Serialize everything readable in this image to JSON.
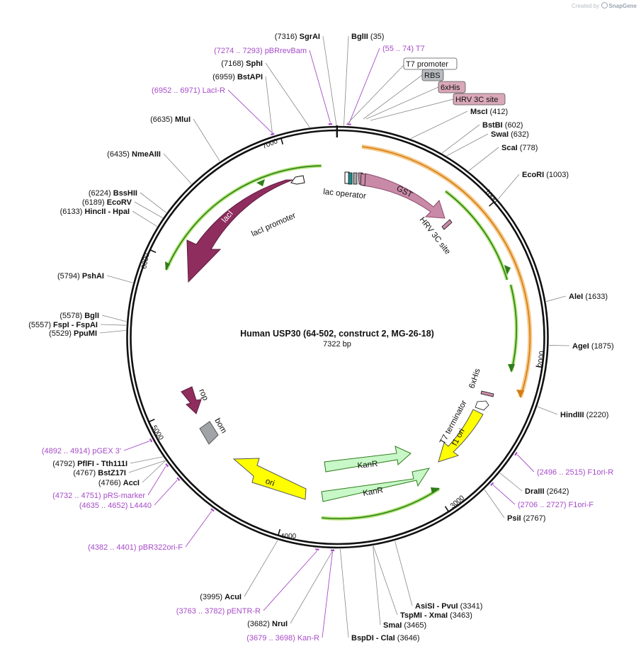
{
  "credit": {
    "prefix": "Created by",
    "brand": "SnapGene"
  },
  "plasmid": {
    "name": "Human USP30 (64-502, construct 2, MG-26-18)",
    "size_label": "7322 bp",
    "length": 7322
  },
  "ticks": [
    {
      "pos": 1000,
      "label": "1000"
    },
    {
      "pos": 2000,
      "label": "2000"
    },
    {
      "pos": 3000,
      "label": "3000"
    },
    {
      "pos": 4000,
      "label": "4000"
    },
    {
      "pos": 5000,
      "label": "5000"
    },
    {
      "pos": 6000,
      "label": "6000"
    },
    {
      "pos": 7000,
      "label": "7000"
    }
  ],
  "sites": [
    {
      "name": "SgrAI",
      "pos_label": "7316",
      "pos": 7316,
      "side": "L"
    },
    {
      "name": "BglII",
      "pos_label": "35",
      "pos": 35,
      "side": "R"
    },
    {
      "name": "SphI",
      "pos_label": "7168",
      "pos": 7168,
      "side": "L"
    },
    {
      "name": "BstAPI",
      "pos_label": "6959",
      "pos": 6959,
      "side": "L"
    },
    {
      "name": "MscI",
      "pos_label": "412",
      "pos": 412,
      "side": "R"
    },
    {
      "name": "BstBI",
      "pos_label": "602",
      "pos": 602,
      "side": "R"
    },
    {
      "name": "SwaI",
      "pos_label": "632",
      "pos": 632,
      "side": "R"
    },
    {
      "name": "MluI",
      "pos_label": "6635",
      "pos": 6635,
      "side": "L"
    },
    {
      "name": "ScaI",
      "pos_label": "778",
      "pos": 778,
      "side": "R"
    },
    {
      "name": "NmeAIII",
      "pos_label": "6435",
      "pos": 6435,
      "side": "L"
    },
    {
      "name": "EcoRI",
      "pos_label": "1003",
      "pos": 1003,
      "side": "R"
    },
    {
      "name": "BssHII",
      "pos_label": "6224",
      "pos": 6224,
      "side": "L"
    },
    {
      "name": "EcoRV",
      "pos_label": "6189",
      "pos": 6189,
      "side": "L"
    },
    {
      "name": "HincII - HpaI",
      "pos_label": "6133",
      "pos": 6133,
      "side": "L"
    },
    {
      "name": "PshAI",
      "pos_label": "5794",
      "pos": 5794,
      "side": "L"
    },
    {
      "name": "AleI",
      "pos_label": "1633",
      "pos": 1633,
      "side": "R"
    },
    {
      "name": "BglI",
      "pos_label": "5578",
      "pos": 5578,
      "side": "L"
    },
    {
      "name": "FspI - FspAI",
      "pos_label": "5557",
      "pos": 5557,
      "side": "L"
    },
    {
      "name": "PpuMI",
      "pos_label": "5529",
      "pos": 5529,
      "side": "L"
    },
    {
      "name": "AgeI",
      "pos_label": "1875",
      "pos": 1875,
      "side": "R"
    },
    {
      "name": "HindIII",
      "pos_label": "2220",
      "pos": 2220,
      "side": "R"
    },
    {
      "name": "PflFI - Tth111I",
      "pos_label": "4792",
      "pos": 4792,
      "side": "L"
    },
    {
      "name": "BstZ17I",
      "pos_label": "4767",
      "pos": 4767,
      "side": "L"
    },
    {
      "name": "AccI",
      "pos_label": "4766",
      "pos": 4766,
      "side": "L"
    },
    {
      "name": "DraIII",
      "pos_label": "2642",
      "pos": 2642,
      "side": "R"
    },
    {
      "name": "PsiI",
      "pos_label": "2767",
      "pos": 2767,
      "side": "R"
    },
    {
      "name": "AcuI",
      "pos_label": "3995",
      "pos": 3995,
      "side": "L"
    },
    {
      "name": "NruI",
      "pos_label": "3682",
      "pos": 3682,
      "side": "L"
    },
    {
      "name": "AsiSI - PvuI",
      "pos_label": "3341",
      "pos": 3341,
      "side": "R"
    },
    {
      "name": "TspMI - XmaI",
      "pos_label": "3463",
      "pos": 3463,
      "side": "R"
    },
    {
      "name": "SmaI",
      "pos_label": "3465",
      "pos": 3465,
      "side": "R"
    },
    {
      "name": "BspDI - ClaI",
      "pos_label": "3646",
      "pos": 3646,
      "side": "R"
    }
  ],
  "primers": [
    {
      "name": "pBRrevBam",
      "range": "7274 .. 7293",
      "pos": 7283
    },
    {
      "name": "T7",
      "range": "55 .. 74",
      "pos": 64
    },
    {
      "name": "LacI-R",
      "range": "6952 .. 6971",
      "pos": 6961
    },
    {
      "name": "F1ori-R",
      "range": "2496 .. 2515",
      "pos": 2505
    },
    {
      "name": "F1ori-F",
      "range": "2706 .. 2727",
      "pos": 2716
    },
    {
      "name": "pGEX 3'",
      "range": "4892 .. 4914",
      "pos": 4903
    },
    {
      "name": "pRS-marker",
      "range": "4732 .. 4751",
      "pos": 4741
    },
    {
      "name": "L4440",
      "range": "4635 .. 4652",
      "pos": 4643
    },
    {
      "name": "pBR322ori-F",
      "range": "4382 .. 4401",
      "pos": 4391
    },
    {
      "name": "pENTR-R",
      "range": "3763 .. 3782",
      "pos": 3772
    },
    {
      "name": "Kan-R",
      "range": "3679 .. 3698",
      "pos": 3688
    }
  ],
  "boxed_labels": [
    {
      "text": "T7 promoter",
      "fill": "#ffffff"
    },
    {
      "text": "RBS",
      "fill": "#b8bcc0"
    },
    {
      "text": "6xHis",
      "fill": "#d9a8b8"
    },
    {
      "text": "HRV 3C site",
      "fill": "#d9a8b8"
    }
  ],
  "features": [
    {
      "name": "lac operator"
    },
    {
      "name": "GST"
    },
    {
      "name": "HRV 3C site"
    },
    {
      "name": "6xHis"
    },
    {
      "name": "T7 terminator"
    },
    {
      "name": "f1 ori"
    },
    {
      "name": "KanR"
    },
    {
      "name": "KanR"
    },
    {
      "name": "ori"
    },
    {
      "name": "bom"
    },
    {
      "name": "rop"
    },
    {
      "name": "lacI"
    },
    {
      "name": "lacI promoter"
    }
  ],
  "colors": {
    "primer": "#a64bc8",
    "orf_outline_green": "#b4e67a",
    "orf_dark_green": "#2e7d1a",
    "orf_outline_orange": "#f6c98a",
    "orf_dark_orange": "#d47d12",
    "gst": "#c98aa8",
    "laci": "#8e2d5e",
    "f1ori": "#ffff00",
    "kanr": "#c8f7c8",
    "bom": "#a0a4a8"
  }
}
